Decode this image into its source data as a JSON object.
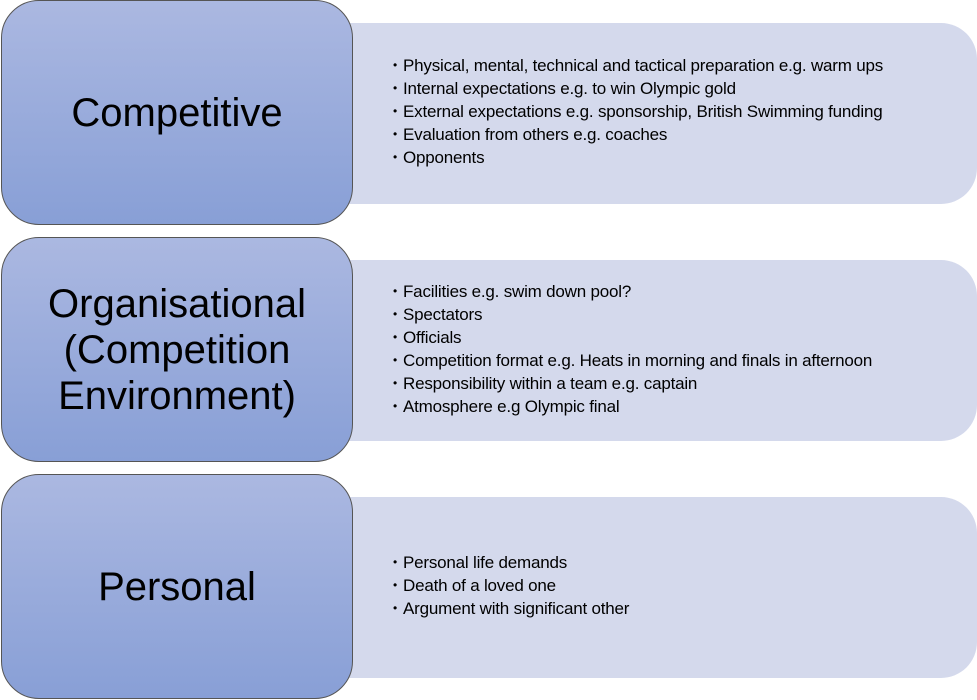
{
  "rows": [
    {
      "title": "Competitive",
      "items": [
        "Physical, mental, technical and tactical preparation e.g. warm ups",
        "Internal expectations e.g. to win Olympic gold",
        "External expectations e.g. sponsorship, British Swimming funding",
        "Evaluation from others e.g. coaches",
        "Opponents"
      ]
    },
    {
      "title": "Organisational (Competition Environment)",
      "items": [
        "Facilities e.g. swim down pool?",
        "Spectators",
        "Officials",
        "Competition format e.g. Heats in morning and finals in afternoon",
        "Responsibility within a team e.g. captain",
        "Atmosphere e.g Olympic final"
      ]
    },
    {
      "title": "Personal",
      "items": [
        "Personal life demands",
        "Death of a loved one",
        "Argument with significant other"
      ]
    }
  ]
}
